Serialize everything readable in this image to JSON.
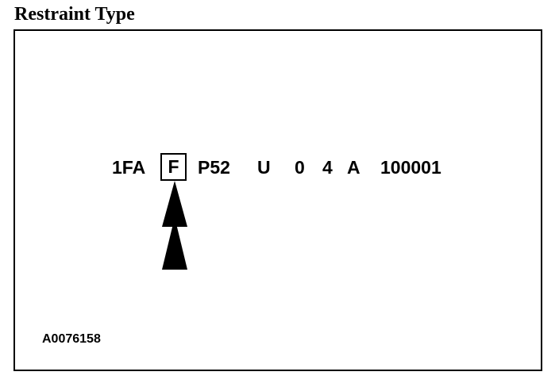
{
  "title": "Restraint Type",
  "vin": {
    "segments": [
      "1FA",
      "F",
      "P52",
      "U",
      "0",
      "4",
      "A",
      "100001"
    ],
    "highlighted_index": 1
  },
  "figure_id": "A0076158",
  "icons": {
    "pointer": "up-arrow-icon"
  }
}
